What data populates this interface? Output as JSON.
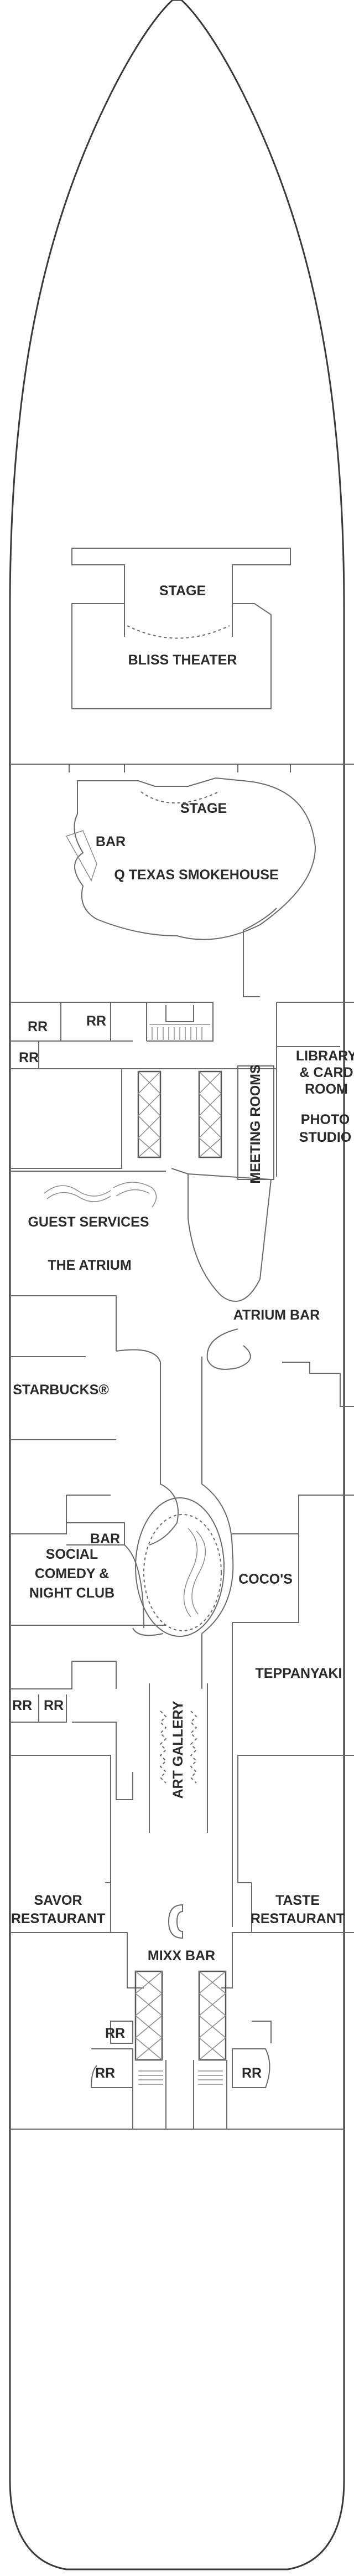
{
  "deck_plan": {
    "labels": {
      "stage_top": "STAGE",
      "bliss_theater": "BLISS THEATER",
      "stage_mid": "STAGE",
      "bar_left": "BAR",
      "q_texas": "Q TEXAS SMOKEHOUSE",
      "rr_1": "RR",
      "rr_2": "RR",
      "rr_3": "RR",
      "library_1": "LIBRARY",
      "library_2": "& CARD",
      "library_3": "ROOM",
      "photo_1": "PHOTO",
      "photo_2": "STUDIO",
      "meeting_rooms": "MEETING ROOMS",
      "guest_services": "GUEST SERVICES",
      "the_atrium": "THE ATRIUM",
      "atrium_bar": "ATRIUM BAR",
      "starbucks": "STARBUCKS®",
      "bar_small": "BAR",
      "social_1": "SOCIAL",
      "social_2": "COMEDY &",
      "social_3": "NIGHT CLUB",
      "cocos": "COCO'S",
      "teppanyaki": "TEPPANYAKI",
      "rr_4": "RR",
      "rr_5": "RR",
      "art_gallery": "ART GALLERY",
      "savor_1": "SAVOR",
      "savor_2": "RESTAURANT",
      "taste_1": "TASTE",
      "taste_2": "RESTAURANT",
      "mixx_bar": "MIXX BAR",
      "rr_6": "RR",
      "rr_7": "RR",
      "rr_8": "RR"
    }
  }
}
